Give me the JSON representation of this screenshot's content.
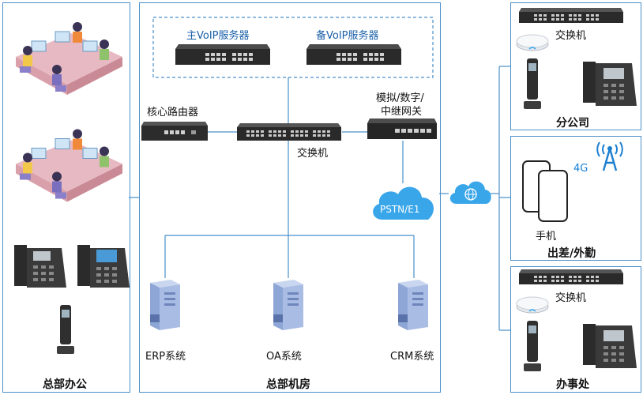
{
  "hq_office": {
    "title": "总部办公"
  },
  "hq_room": {
    "title": "总部机房",
    "main_voip": "主VoIP服务器",
    "backup_voip": "备VoIP服务器",
    "core_router": "核心路由器",
    "switch": "交换机",
    "gateway": [
      "模拟/数字/",
      "中继网关"
    ],
    "pstn": "PSTN/E1",
    "erp": "ERP系统",
    "oa": "OA系统",
    "crm": "CRM系统"
  },
  "branch": {
    "title": "分公司",
    "switch": "交换机"
  },
  "travel": {
    "title": "出差/外勤",
    "phone": "手机",
    "network": "4G"
  },
  "office": {
    "title": "办事处",
    "switch": "交换机"
  },
  "colors": {
    "border": "#4a8fc9",
    "cloud": "#3aa6ea",
    "line": "#4a8fc9"
  }
}
